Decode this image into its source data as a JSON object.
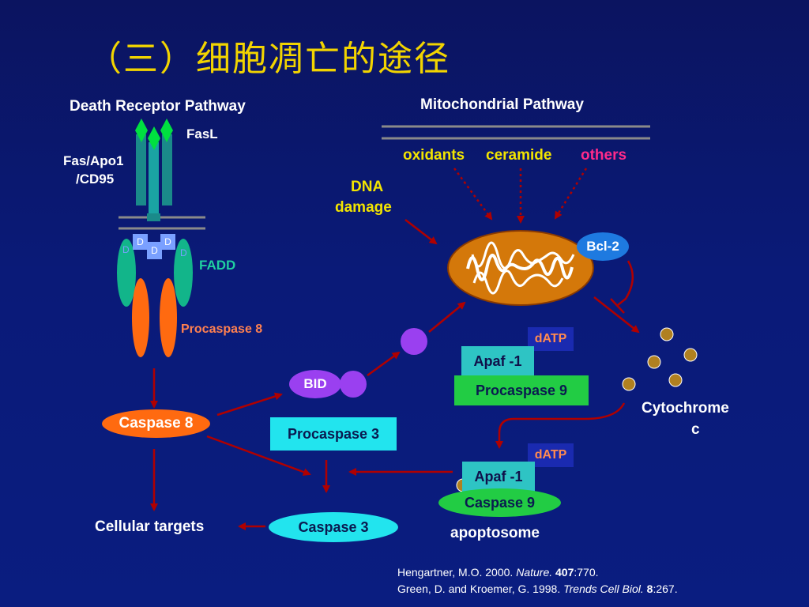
{
  "title": "（三）细胞凋亡的途径",
  "death_receptor": {
    "heading": "Death Receptor Pathway",
    "fasl": "FasL",
    "fas_line1": "Fas/Apo1",
    "fas_line2": "/CD95",
    "d_label": "D",
    "fadd": "FADD",
    "procaspase8": "Procaspase 8",
    "caspase8": "Caspase 8",
    "cellular_targets": "Cellular targets"
  },
  "mitochondrial": {
    "heading": "Mitochondrial Pathway",
    "oxidants": "oxidants",
    "ceramide": "ceramide",
    "others": "others",
    "dna_line1": "DNA",
    "dna_line2": "damage",
    "bcl2": "Bcl-2",
    "bid": "BID",
    "cytochrome_line1": "Cytochrome",
    "cytochrome_line2": "c"
  },
  "apoptosome": {
    "datp_top": "dATP",
    "apaf_top": "Apaf -1",
    "procaspase9": "Procaspase 9",
    "procaspase3": "Procaspase 3",
    "datp_bottom": "dATP",
    "apaf_bottom": "Apaf -1",
    "caspase9": "Caspase 9",
    "caspase3": "Caspase 3",
    "label": "apoptosome"
  },
  "references": {
    "ref1_authors": "Hengartner, M.O. 2000. ",
    "ref1_journal": "Nature.",
    "ref1_vol": " 407",
    "ref1_pages": ":770.",
    "ref2_authors": "Green, D. and Kroemer, G. 1998. ",
    "ref2_journal": "Trends Cell Biol.",
    "ref2_vol": " 8",
    "ref2_pages": ":267."
  },
  "colors": {
    "title_yellow": "#f2d400",
    "teal_receptor": "#1a8a8a",
    "fadd_green": "#12b58a",
    "procaspase_orange": "#ff6a10",
    "arrow_red": "#b00000",
    "bid_purple": "#9a40f0",
    "apaf_cyan": "#2ec4c4",
    "procaspase9_green": "#22cc44",
    "bcl2_blue": "#1e7ae0",
    "datp_navy": "#1a2ab0",
    "cytochrome_brown": "#b08020"
  }
}
